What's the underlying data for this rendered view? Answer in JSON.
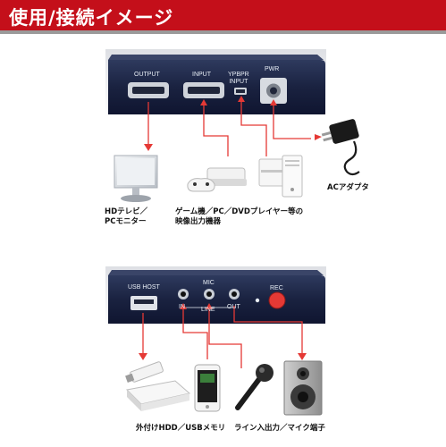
{
  "header": {
    "title": "使用/接続イメージ"
  },
  "top_device": {
    "ports": {
      "output": "OUTPUT",
      "input": "INPUT",
      "ypbpr_line1": "YPBPR",
      "ypbpr_line2": "INPUT",
      "pwr": "PWR"
    }
  },
  "bottom_device": {
    "ports": {
      "usb_host": "USB HOST",
      "mic": "MIC",
      "in": "IN",
      "line": "LINE",
      "out": "OUT",
      "rec": "REC"
    }
  },
  "captions": {
    "hdtv_line1": "HDテレビ／",
    "hdtv_line2": "PCモニター",
    "game_line1": "ゲーム機／PC／DVDプレイヤー等の",
    "game_line2": "映像出力機器",
    "ac_adapter": "ACアダプタ",
    "storage": "外付けHDD／USBメモリ",
    "audio": "ライン入出力／マイク端子"
  },
  "colors": {
    "header_red": "#c40f1a",
    "connector_red": "#e53935",
    "device_navy": "#1c2440",
    "rec_button": "#e53935"
  }
}
